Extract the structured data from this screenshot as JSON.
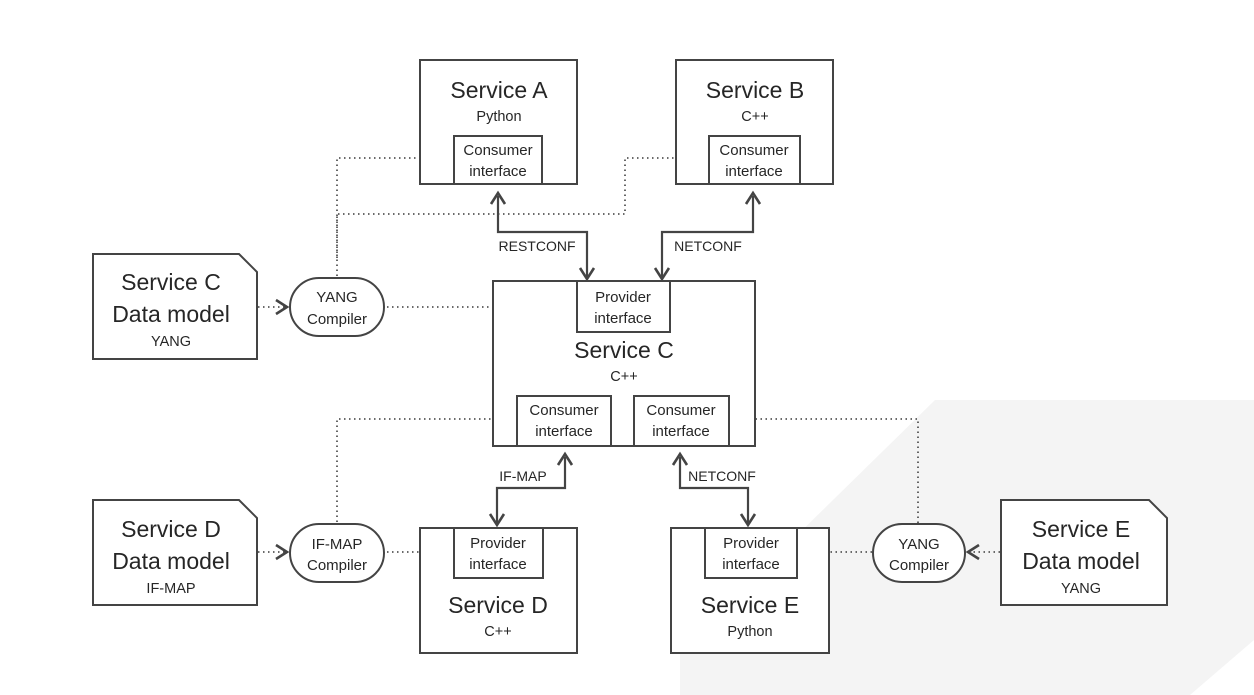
{
  "service_a": {
    "title": "Service A",
    "language": "Python",
    "consumer": [
      "Consumer",
      "interface"
    ]
  },
  "service_b": {
    "title": "Service B",
    "language": "C++",
    "consumer": [
      "Consumer",
      "interface"
    ]
  },
  "service_c": {
    "title": "Service C",
    "language": "C++",
    "provider": [
      "Provider",
      "interface"
    ],
    "consumer_left": [
      "Consumer",
      "interface"
    ],
    "consumer_right": [
      "Consumer",
      "interface"
    ]
  },
  "service_d": {
    "title": "Service D",
    "language": "C++",
    "provider": [
      "Provider",
      "interface"
    ]
  },
  "service_e": {
    "title": "Service E",
    "language": "Python",
    "provider": [
      "Provider",
      "interface"
    ]
  },
  "model_c": {
    "lines": [
      "Service C",
      "Data model"
    ],
    "format": "YANG"
  },
  "model_d": {
    "lines": [
      "Service D",
      "Data model"
    ],
    "format": "IF-MAP"
  },
  "model_e": {
    "lines": [
      "Service E",
      "Data model"
    ],
    "format": "YANG"
  },
  "compiler_c": [
    "YANG",
    "Compiler"
  ],
  "compiler_d": [
    "IF-MAP",
    "Compiler"
  ],
  "compiler_e": [
    "YANG",
    "Compiler"
  ],
  "links": {
    "restconf": "RESTCONF",
    "netconf_b": "NETCONF",
    "ifmap": "IF-MAP",
    "netconf_e": "NETCONF"
  }
}
